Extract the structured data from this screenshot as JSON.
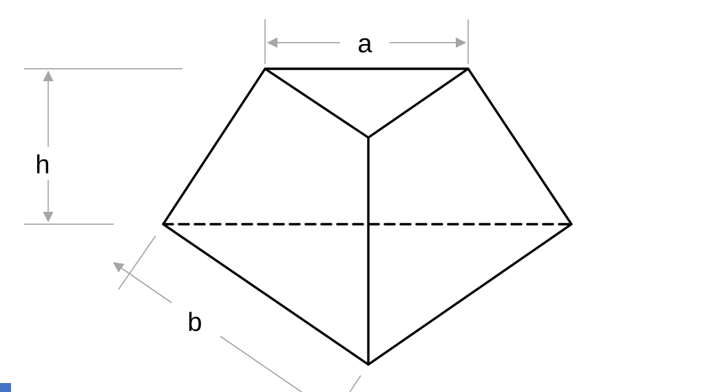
{
  "diagram": {
    "description": "Pentagonal solid figure with dimension annotations",
    "labels": {
      "top_edge": "a",
      "height": "h",
      "slant_edge": "b"
    },
    "colors": {
      "shape_line": "#000000",
      "dimension_line": "#a6a6a6",
      "accent_square": "#4472c4",
      "background": "#ffffff"
    }
  }
}
